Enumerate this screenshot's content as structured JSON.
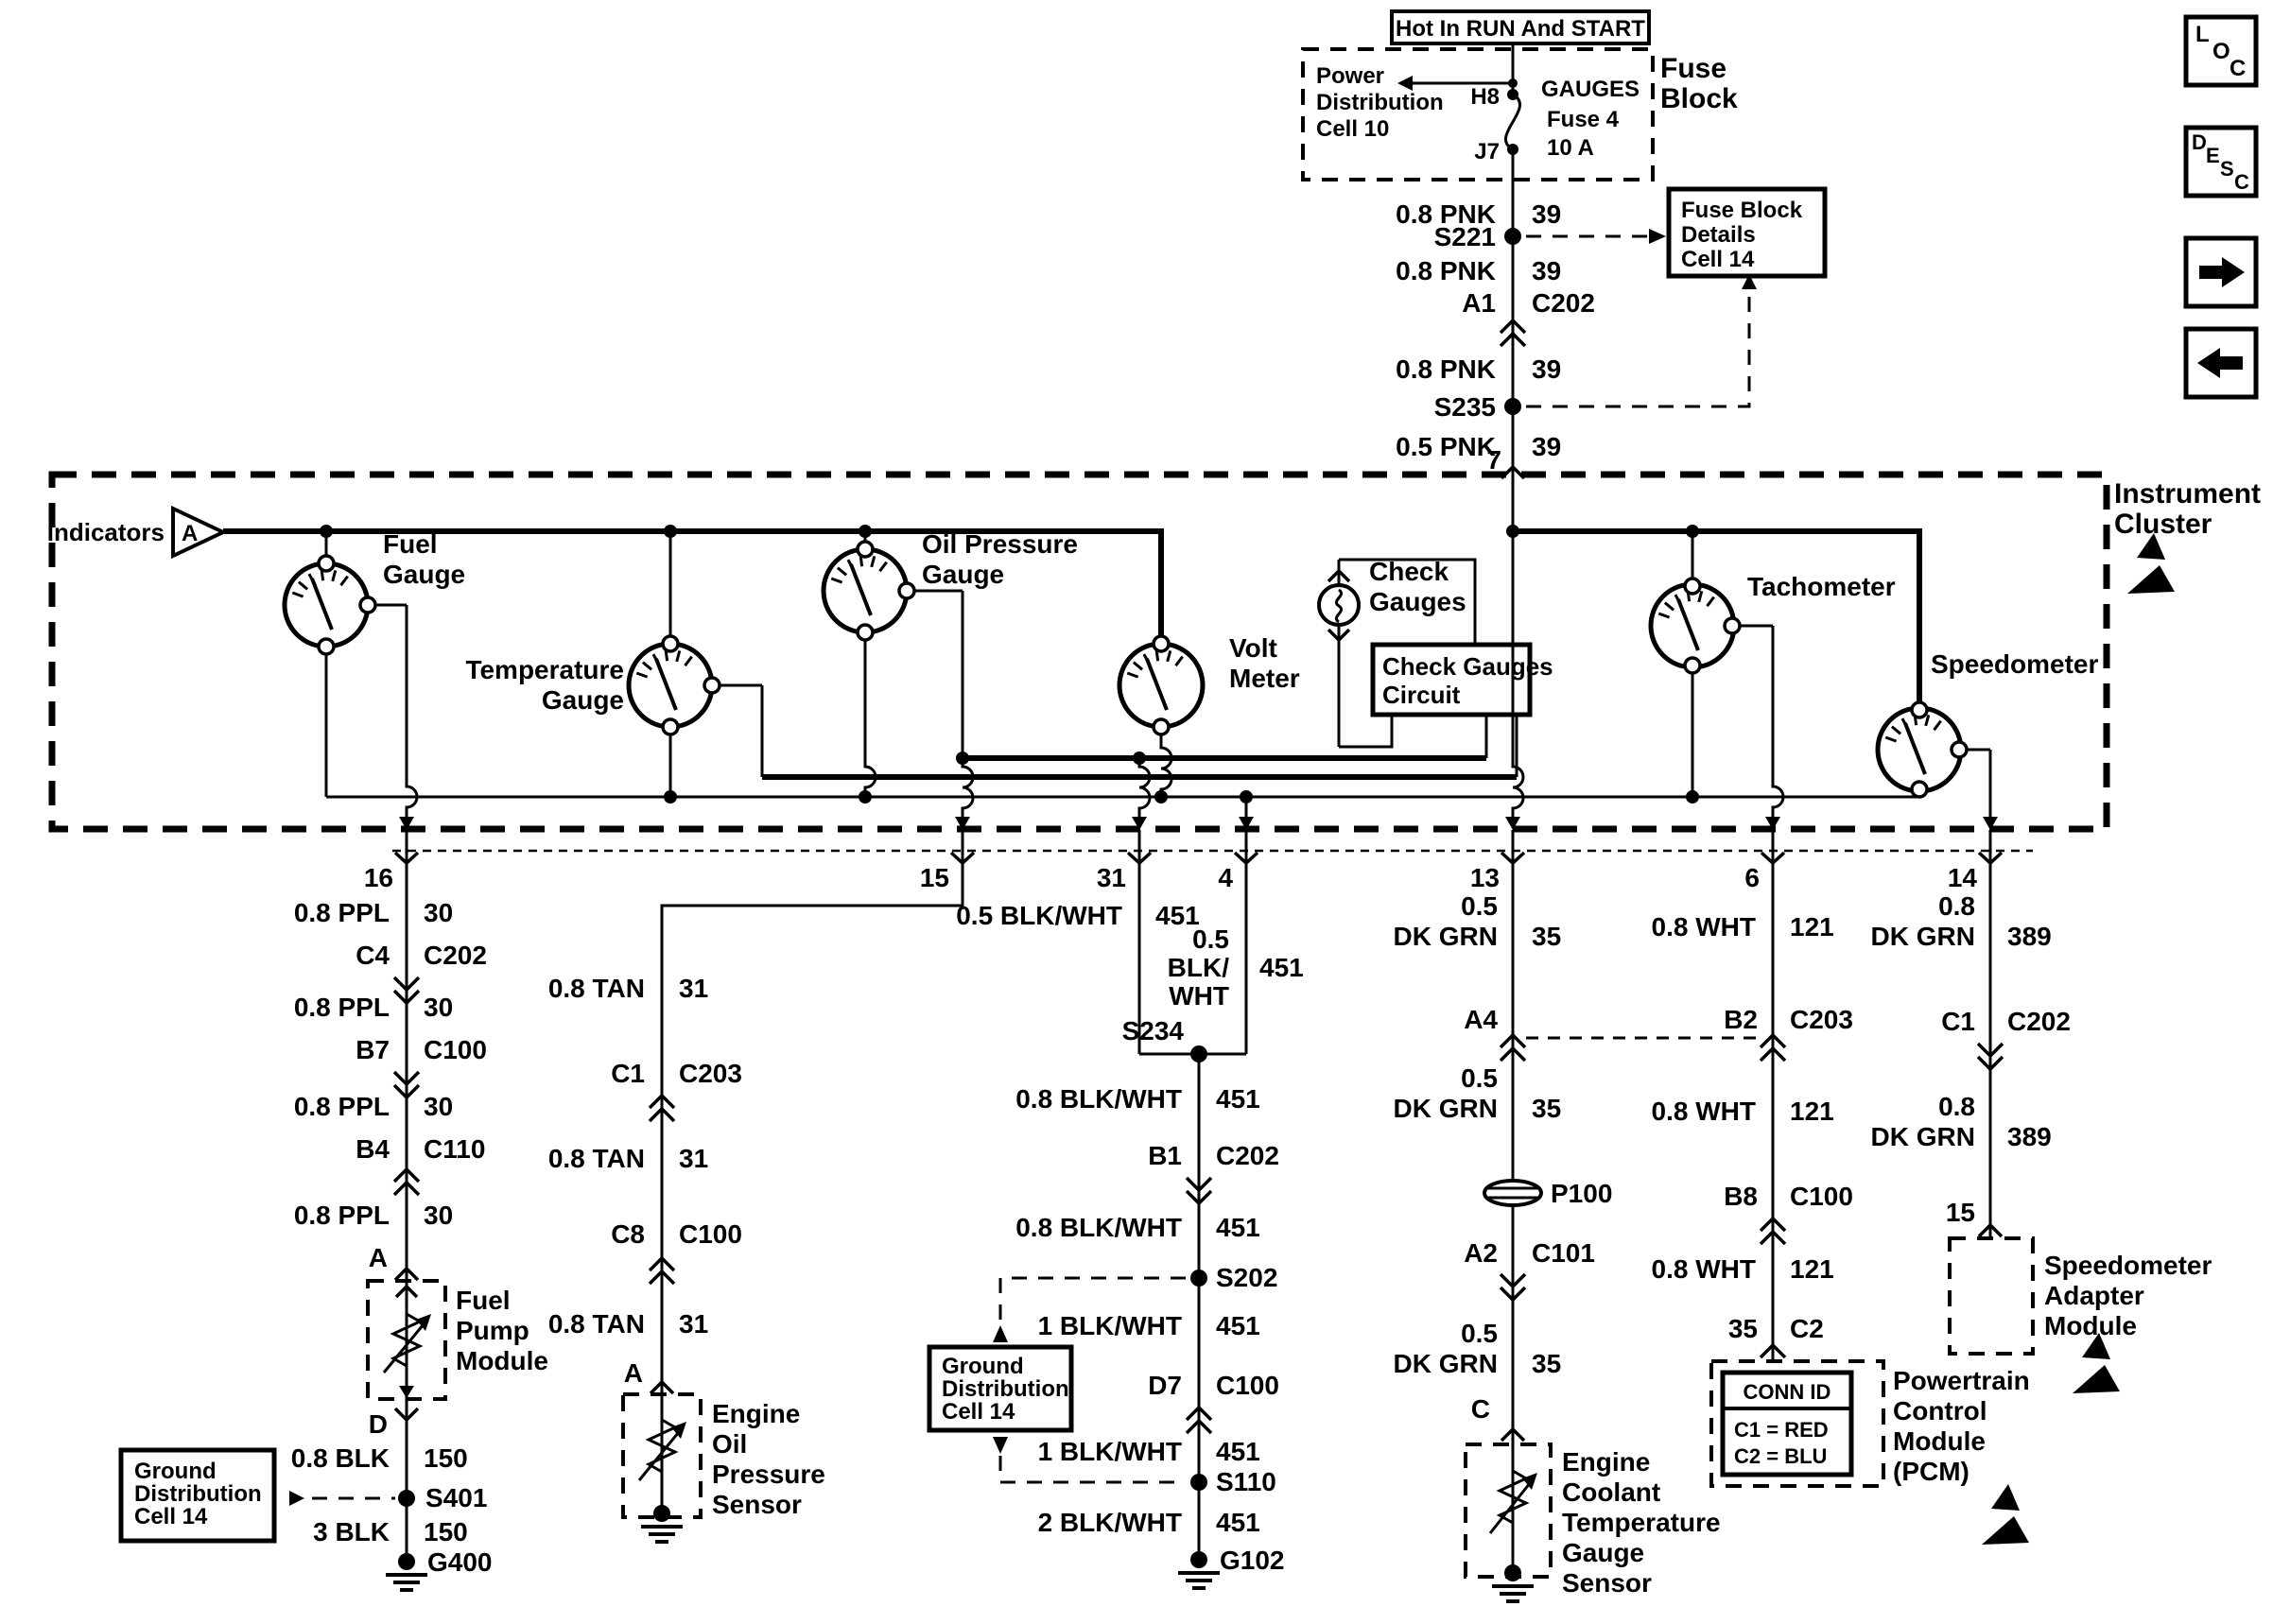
{
  "nav": {
    "loc": [
      "L",
      "O",
      "C"
    ],
    "desc": [
      "D",
      "E",
      "S",
      "C"
    ]
  },
  "header": {
    "hot": "Hot In RUN And START",
    "fuse_block": [
      "Fuse",
      "Block"
    ],
    "power_dist": [
      "Power",
      "Distribution",
      "Cell 10"
    ],
    "h8": "H8",
    "j7": "J7",
    "gauges": "GAUGES",
    "fuse4": "Fuse 4",
    "amps": "10 A",
    "details": [
      "Fuse Block",
      "Details",
      "Cell 14"
    ]
  },
  "feed": {
    "w1l": "0.8 PNK",
    "w1r": "39",
    "s221": "S221",
    "w2l": "0.8 PNK",
    "w2r": "39",
    "a1": "A1",
    "c202": "C202",
    "w3l": "0.8 PNK",
    "w3r": "39",
    "s235": "S235",
    "w4l": "0.5 PNK",
    "w4r": "39",
    "pin7": "7"
  },
  "cluster": {
    "title": [
      "Instrument",
      "Cluster"
    ],
    "indicators": "Indicators",
    "ind_a": "A",
    "fuel": [
      "Fuel",
      "Gauge"
    ],
    "temp": [
      "Temperature",
      "Gauge"
    ],
    "oil": [
      "Oil Pressure",
      "Gauge"
    ],
    "volt": [
      "Volt",
      "Meter"
    ],
    "check": [
      "Check",
      "Gauges"
    ],
    "circuit": [
      "Check Gauges",
      "Circuit"
    ],
    "tach": "Tachometer",
    "speedo": "Speedometer"
  },
  "pins": [
    "16",
    "15",
    "31",
    "4",
    "13",
    "6",
    "14"
  ],
  "col1": {
    "w": [
      {
        "l": "0.8 PPL",
        "r": "30"
      },
      {
        "l": "C4",
        "r": "C202"
      },
      {
        "l": "0.8 PPL",
        "r": "30"
      },
      {
        "l": "B7",
        "r": "C100"
      },
      {
        "l": "0.8 PPL",
        "r": "30"
      },
      {
        "l": "B4",
        "r": "C110"
      },
      {
        "l": "0.8 PPL",
        "r": "30"
      }
    ],
    "a": "A",
    "d": "D",
    "module": [
      "Fuel",
      "Pump",
      "Module"
    ],
    "w8l": "0.8 BLK",
    "w8r": "150",
    "s401": "S401",
    "w9l": "3 BLK",
    "w9r": "150",
    "g400": "G400",
    "gnd_box": [
      "Ground",
      "Distribution",
      "Cell 14"
    ]
  },
  "col2": {
    "w": [
      {
        "l": "0.8 TAN",
        "r": "31"
      },
      {
        "l": "C1",
        "r": "C203"
      },
      {
        "l": "0.8 TAN",
        "r": "31"
      },
      {
        "l": "C8",
        "r": "C100"
      },
      {
        "l": "0.8 TAN",
        "r": "31"
      }
    ],
    "a": "A",
    "sensor": [
      "Engine",
      "Oil",
      "Pressure",
      "Sensor"
    ]
  },
  "col3": {
    "w31l": "0.5 BLK/WHT",
    "w31r": "451",
    "w4lines": [
      "0.5",
      "BLK/",
      "WHT"
    ],
    "w4r": "451",
    "s234": "S234",
    "w1l": "0.8 BLK/WHT",
    "w1r": "451",
    "b1": "B1",
    "c202": "C202",
    "w2l": "0.8 BLK/WHT",
    "w2r": "451",
    "s202": "S202",
    "w3l": "1 BLK/WHT",
    "w3r": "451",
    "d7": "D7",
    "c100": "C100",
    "w5l": "1 BLK/WHT",
    "w5r": "451",
    "s110": "S110",
    "w6l": "2 BLK/WHT",
    "w6r": "451",
    "g102": "G102",
    "gnd_box": [
      "Ground",
      "Distribution",
      "Cell 14"
    ]
  },
  "col4": {
    "w1a": "0.5",
    "w1b": "DK GRN",
    "w1r": "35",
    "a4": "A4",
    "w2a": "0.5",
    "w2b": "DK GRN",
    "w2r": "35",
    "p100": "P100",
    "a2": "A2",
    "c101": "C101",
    "w3a": "0.5",
    "w3b": "DK GRN",
    "w3r": "35",
    "c": "C",
    "sensor": [
      "Engine",
      "Coolant",
      "Temperature",
      "Gauge",
      "Sensor"
    ]
  },
  "col5": {
    "w1l": "0.8 WHT",
    "w1r": "121",
    "b2": "B2",
    "c203": "C203",
    "w2l": "0.8 WHT",
    "w2r": "121",
    "b8": "B8",
    "c100": "C100",
    "w3l": "0.8 WHT",
    "w3r": "121",
    "p35": "35",
    "c2": "C2",
    "conn_id": {
      "title": "CONN ID",
      "rows": [
        "C1 = RED",
        "C2 = BLU"
      ]
    },
    "pcm": [
      "Powertrain",
      "Control",
      "Module",
      "(PCM)"
    ]
  },
  "col6": {
    "w1a": "0.8",
    "w1b": "DK GRN",
    "w1r": "389",
    "c1": "C1",
    "c202": "C202",
    "w2a": "0.8",
    "w2b": "DK GRN",
    "w2r": "389",
    "p15": "15",
    "module": [
      "Speedometer",
      "Adapter",
      "Module"
    ]
  }
}
